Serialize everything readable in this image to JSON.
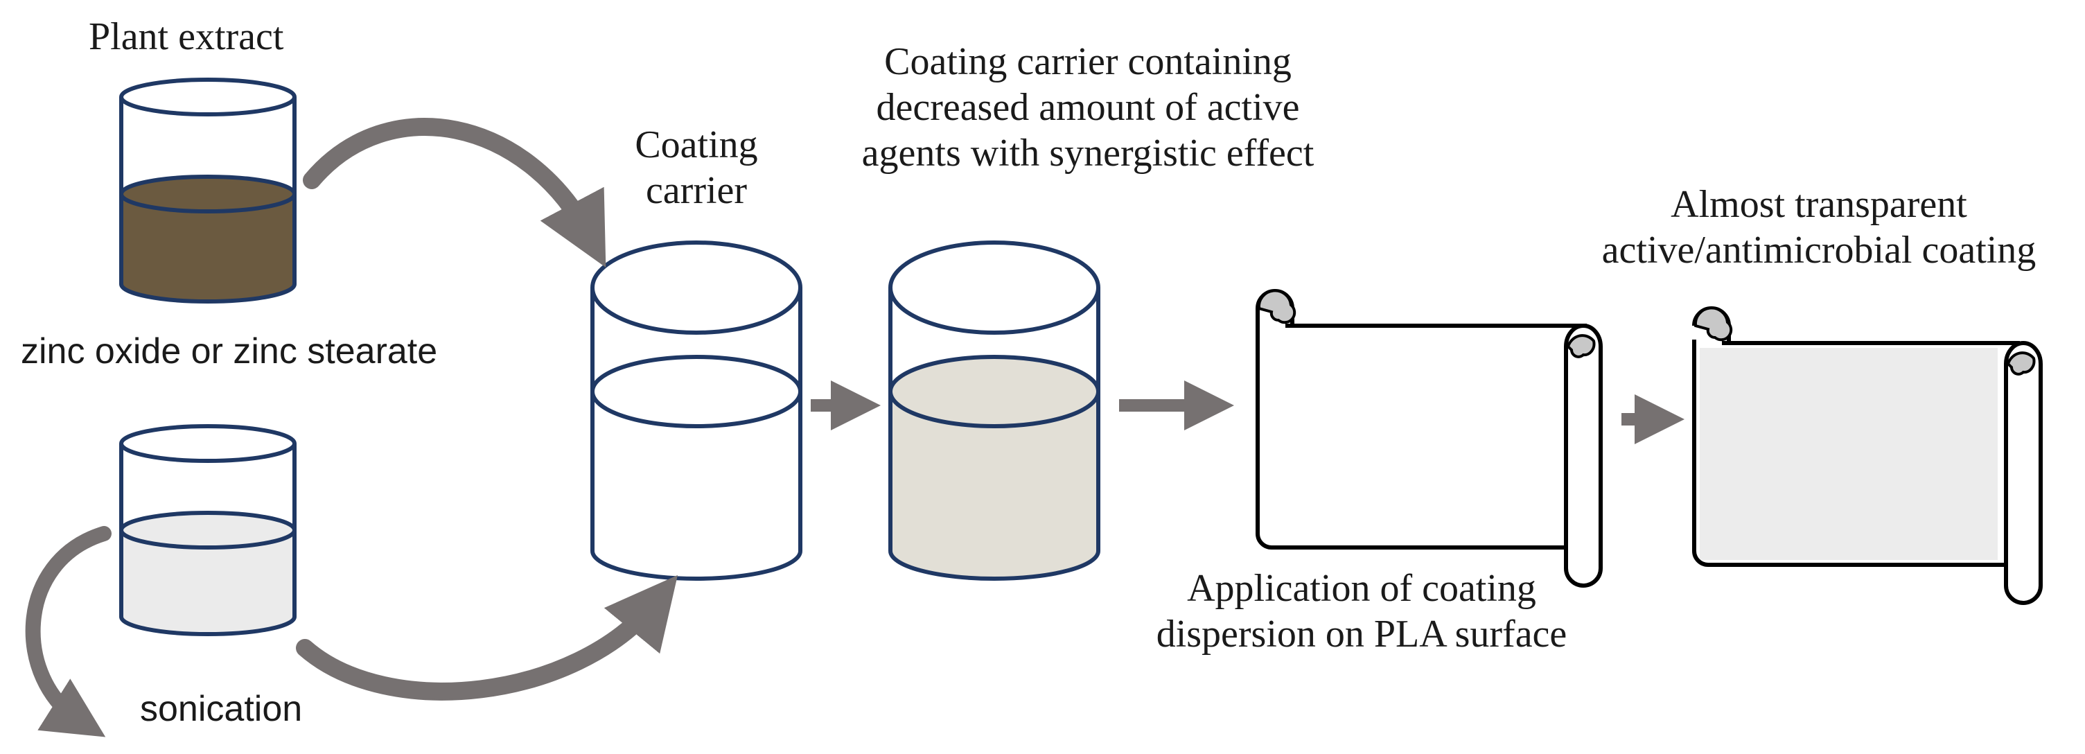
{
  "labels": {
    "plant_extract": "Plant extract",
    "zinc": "zinc oxide or zinc stearate",
    "sonication": "sonication",
    "coating_carrier": [
      "Coating",
      "carrier"
    ],
    "carrier_active": [
      "Coating carrier containing",
      "decreased amount of active",
      "agents with synergistic effect"
    ],
    "transparent": [
      "Almost transparent",
      "active/antimicrobial coating"
    ],
    "application": [
      "Application of coating",
      "dispersion on PLA surface"
    ]
  },
  "colors": {
    "outline": "#1f3864",
    "extract_liquid": "#6b5a40",
    "zinc_liquid": "#ebebeb",
    "mixed_liquid": "#e2dfd6",
    "coated_film": "#ececec",
    "arrow": "#767171",
    "roll_curl": "#c8c8c8"
  }
}
